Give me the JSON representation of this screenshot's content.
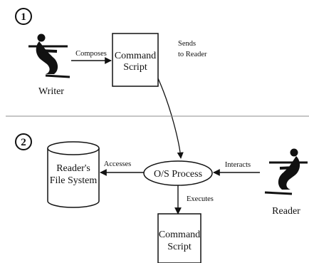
{
  "steps": {
    "one": "1",
    "two": "2"
  },
  "nodes": {
    "writer_label": "Writer",
    "reader_label": "Reader",
    "command_script_top": [
      "Command",
      "Script"
    ],
    "command_script_bottom": [
      "Command",
      "Script"
    ],
    "file_system": [
      "Reader's",
      "File System"
    ],
    "os_process": "O/S Process"
  },
  "edges": {
    "composes": "Composes",
    "sends": [
      "Sends",
      "to Reader"
    ],
    "accesses": "Accesses",
    "interacts": "Interacts",
    "executes": "Executes"
  },
  "colors": {
    "ink": "#111111",
    "divider": "#8c8c8c"
  },
  "icons": [
    "seated-person-icon",
    "seated-person-icon"
  ]
}
